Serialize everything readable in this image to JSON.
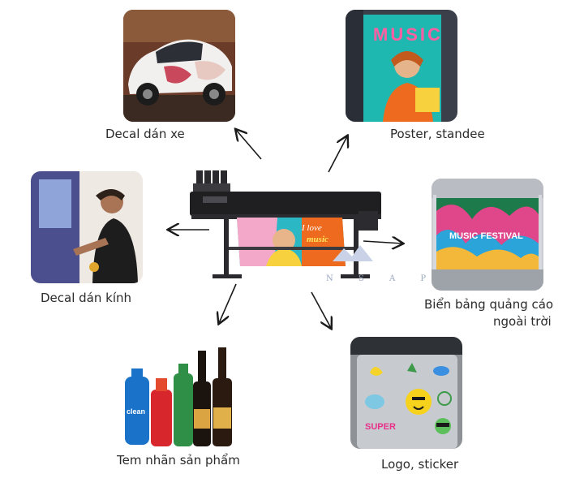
{
  "center": {
    "name": "printer",
    "logo_text": "N S A P",
    "banner_text_1": "I love",
    "banner_text_2": "music"
  },
  "applications": [
    {
      "id": "car-decal",
      "label": "Decal dán xe"
    },
    {
      "id": "poster",
      "label": "Poster, standee",
      "poster_word": "MUSIC"
    },
    {
      "id": "glass-decal",
      "label": "Decal dán kính"
    },
    {
      "id": "billboard",
      "label_line1": "Biển bảng quảng cáo",
      "label_line2": "ngoài trời",
      "billboard_text": "MUSIC FESTIVAL"
    },
    {
      "id": "product-label",
      "label": "Tem nhãn sản phẩm",
      "bottle_text": "clean"
    },
    {
      "id": "logo-sticker",
      "label": "Logo, sticker",
      "sticker_text": "SUPER"
    }
  ],
  "colors": {
    "text": "#2b2b2b",
    "arrow": "#1a1a1a",
    "printer_body": "#1f1f22",
    "accent_orange": "#ee6a1f",
    "accent_green": "#2f8f46"
  }
}
